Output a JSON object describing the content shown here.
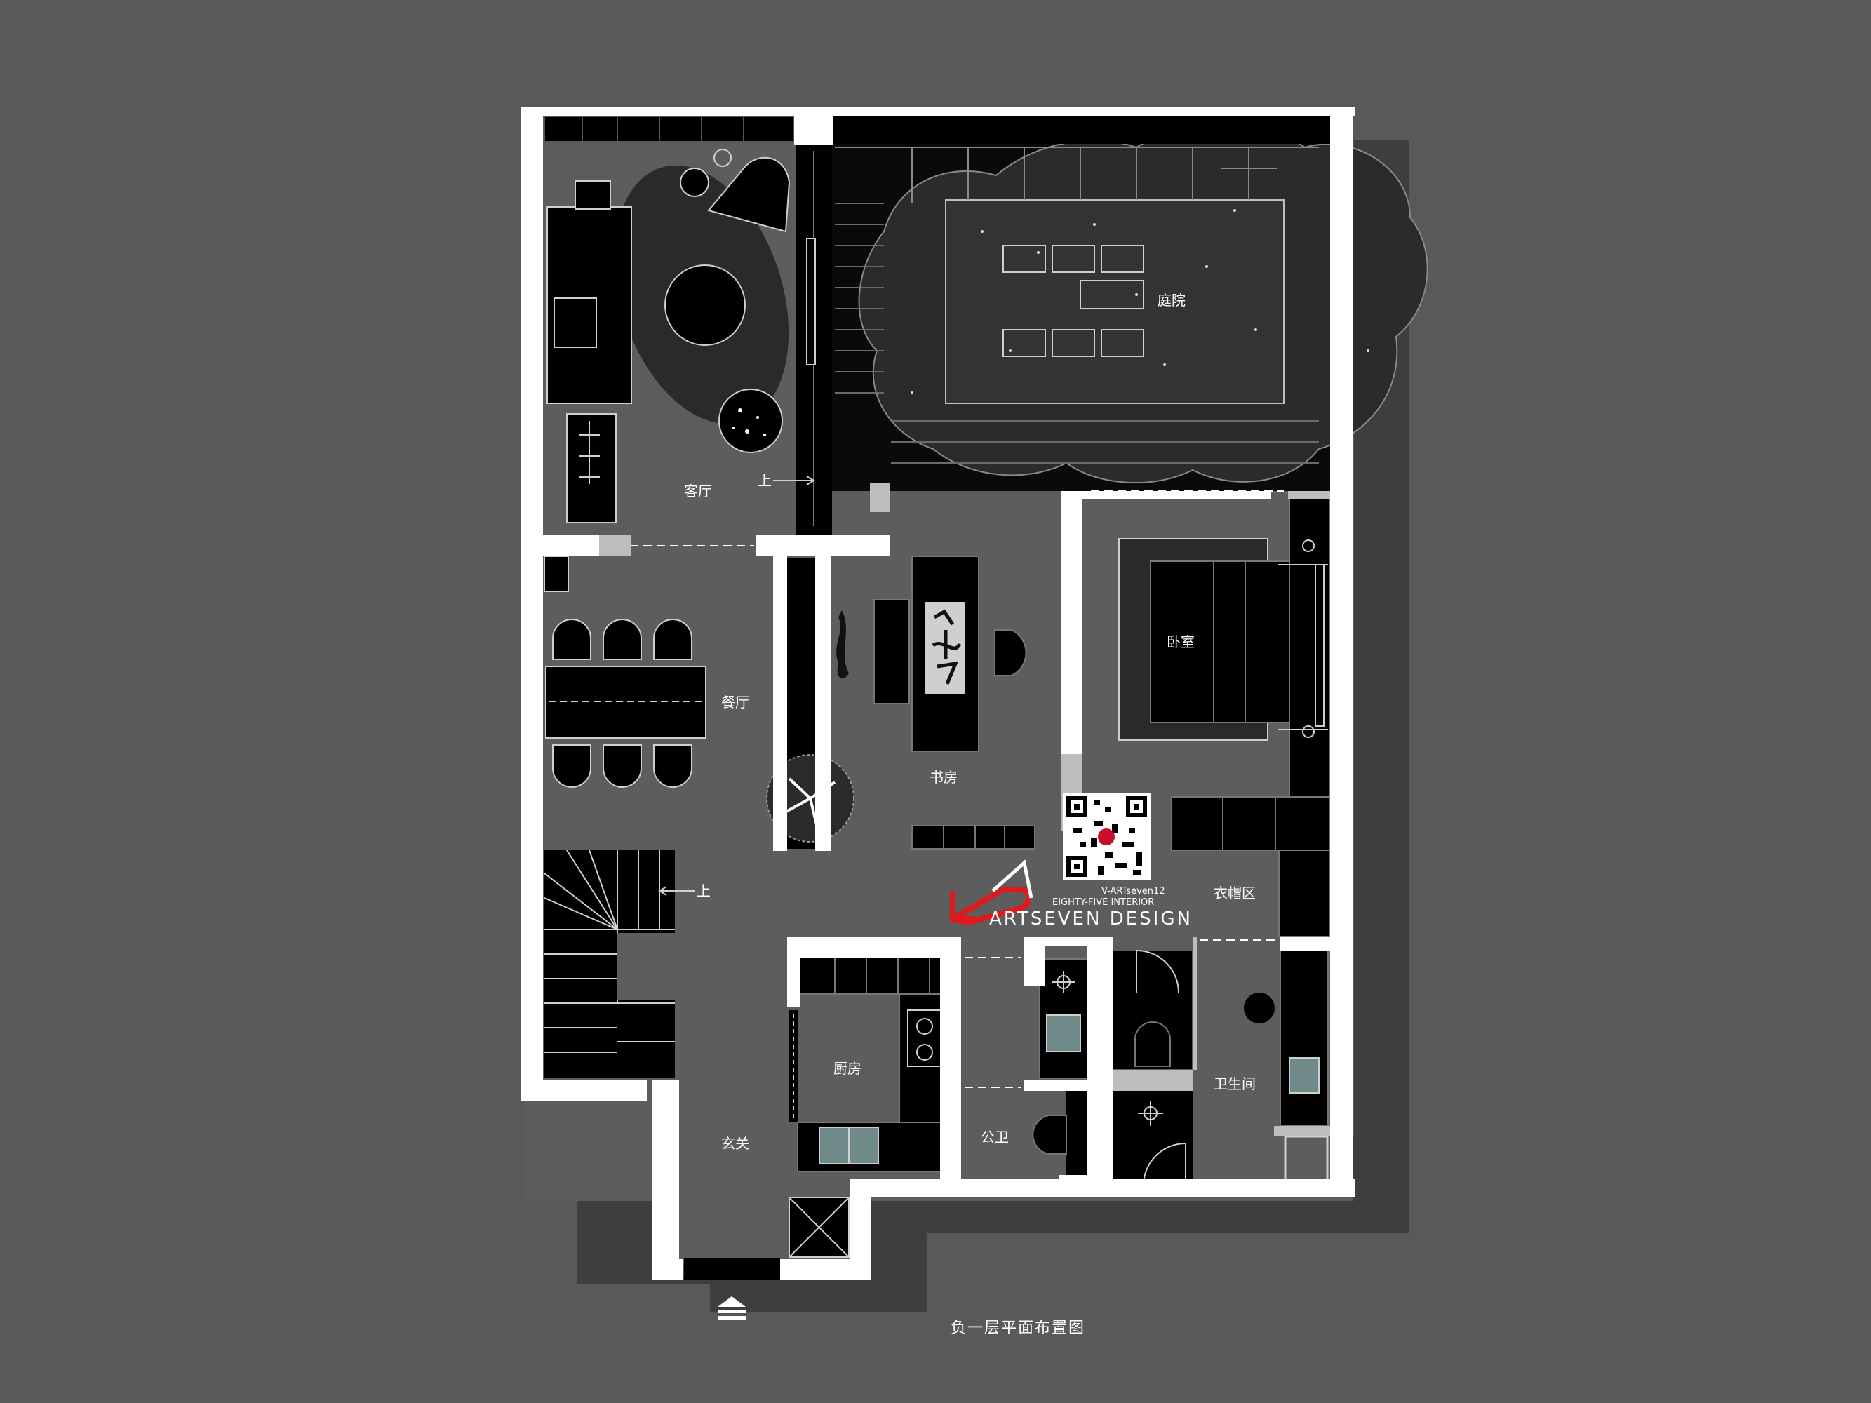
{
  "rooms": {
    "living_room": "客厅",
    "courtyard": "庭院",
    "dining_room": "餐厅",
    "study": "书房",
    "bedroom": "卧室",
    "cloakroom": "衣帽区",
    "kitchen": "厨房",
    "foyer": "玄关",
    "guest_bath": "公卫",
    "bathroom": "卫生间"
  },
  "stair_marks": {
    "living_up": "上",
    "stair_up": "上"
  },
  "caption": "负一层平面布置图",
  "watermark": {
    "account": "V-ARTseven12",
    "subtitle": "EIGHTY-FIVE INTERIOR",
    "brand": "ARTSEVEN DESIGN"
  },
  "colors": {
    "background": "#595959",
    "floor": "#5d5d5d",
    "wall": "#ffffff",
    "furniture": "#000000",
    "brand_red": "#e01a1a"
  }
}
